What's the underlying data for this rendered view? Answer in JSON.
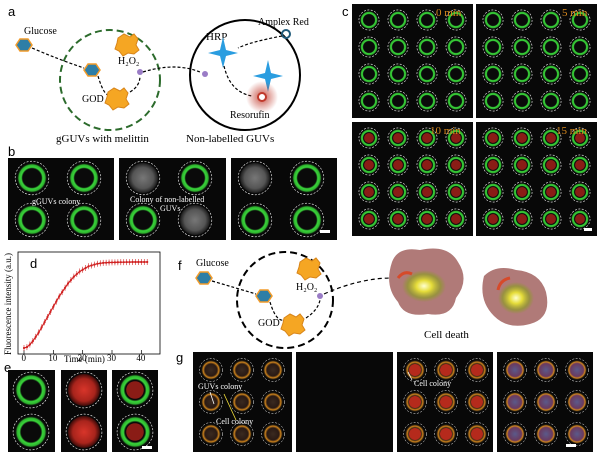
{
  "panel_labels": {
    "a": "a",
    "b": "b",
    "c": "c",
    "d": "d",
    "e": "e",
    "f": "f",
    "g": "g"
  },
  "panel_a": {
    "glucose": "Glucose",
    "h2o2": "H₂O₂",
    "god": "GOD",
    "hrp": "HRP",
    "amplex_red": "Amplex Red",
    "resorufin": "Resorufin",
    "left_caption": "gGUVs with melittin",
    "right_caption": "Non-labelled GUVs"
  },
  "panel_b": {
    "label_gguvs": "gGUVs colony",
    "label_colony": "Colony of non-labelled",
    "label_colony2": "GUVs"
  },
  "panel_c": {
    "times": [
      "0 min",
      "5 min",
      "10 min",
      "15 min"
    ]
  },
  "panel_f": {
    "glucose": "Glucose",
    "h2o2": "H₂O₂",
    "god": "GOD",
    "cell_death": "Cell death"
  },
  "panel_g": {
    "label_guvs": "GUVs colony",
    "label_cell": "Cell colony",
    "label_cell2": "Cell colony"
  },
  "colors": {
    "green": "#3ecf3e",
    "red": "#c8281e",
    "orange": "#f5a623",
    "hexagon": "#2e7ea6",
    "purple": "#9a7cc6",
    "dark": "#080808"
  },
  "chart_data": {
    "type": "line",
    "xlabel": "Time (min)",
    "ylabel": "Fluorescence intensity (a.u.)",
    "xlim": [
      0,
      45
    ],
    "xticks": [
      0,
      10,
      20,
      30,
      40
    ],
    "x": [
      0,
      1,
      2,
      3,
      4,
      5,
      6,
      7,
      8,
      9,
      10,
      11,
      12,
      13,
      14,
      15,
      16,
      17,
      18,
      19,
      20,
      21,
      22,
      23,
      24,
      25,
      26,
      27,
      28,
      29,
      30,
      31,
      32,
      33,
      34,
      35,
      36,
      37,
      38,
      39,
      40,
      41,
      42
    ],
    "y": [
      0.0,
      0.01,
      0.04,
      0.08,
      0.13,
      0.18,
      0.24,
      0.3,
      0.36,
      0.42,
      0.48,
      0.54,
      0.6,
      0.65,
      0.7,
      0.75,
      0.79,
      0.83,
      0.86,
      0.89,
      0.91,
      0.93,
      0.95,
      0.96,
      0.97,
      0.98,
      0.985,
      0.99,
      0.992,
      0.994,
      0.995,
      0.996,
      0.997,
      0.998,
      0.998,
      0.999,
      0.999,
      1.0,
      1.0,
      1.0,
      1.0,
      1.0,
      1.0
    ],
    "series_color": "#d02020"
  }
}
